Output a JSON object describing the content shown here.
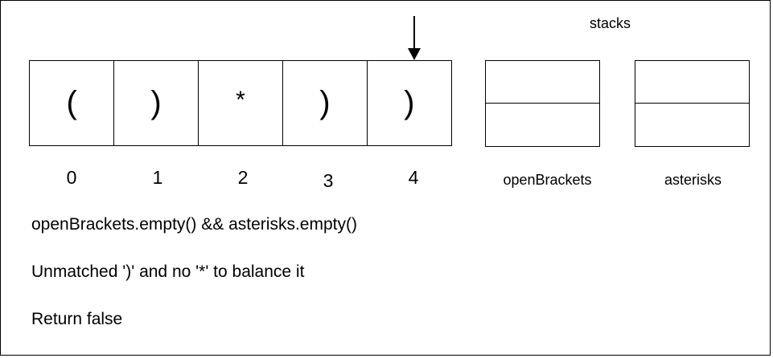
{
  "stacks_title": "stacks",
  "cells": [
    {
      "char": "(",
      "index": "0"
    },
    {
      "char": ")",
      "index": "1"
    },
    {
      "char": "*",
      "index": "2"
    },
    {
      "char": ")",
      "index": "3"
    },
    {
      "char": ")",
      "index": "4"
    }
  ],
  "pointer_at_index": 4,
  "stacks": [
    {
      "label": "openBrackets"
    },
    {
      "label": "asterisks"
    }
  ],
  "lines": [
    "openBrackets.empty() && asterisks.empty()",
    "Unmatched ')' and no '*' to balance it",
    "Return false"
  ]
}
